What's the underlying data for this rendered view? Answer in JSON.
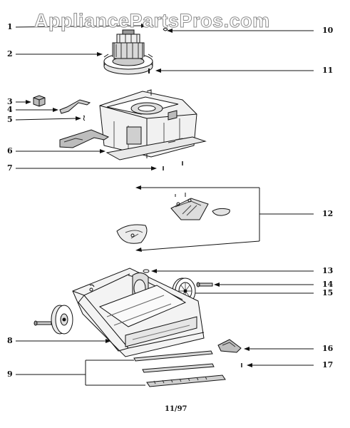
{
  "watermark": "AppliancePartsPros.com",
  "footer": {
    "date_code": "11/97"
  },
  "callouts": [
    {
      "id": "c1",
      "label": "1"
    },
    {
      "id": "c2",
      "label": "2"
    },
    {
      "id": "c3",
      "label": "3"
    },
    {
      "id": "c4",
      "label": "4"
    },
    {
      "id": "c5",
      "label": "5"
    },
    {
      "id": "c6",
      "label": "6"
    },
    {
      "id": "c7",
      "label": "7"
    },
    {
      "id": "c8",
      "label": "8"
    },
    {
      "id": "c9",
      "label": "9"
    },
    {
      "id": "c10",
      "label": "10"
    },
    {
      "id": "c11",
      "label": "11"
    },
    {
      "id": "c12",
      "label": "12"
    },
    {
      "id": "c13",
      "label": "13"
    },
    {
      "id": "c14",
      "label": "14"
    },
    {
      "id": "c15",
      "label": "15"
    },
    {
      "id": "c16",
      "label": "16"
    },
    {
      "id": "c17",
      "label": "17"
    }
  ]
}
